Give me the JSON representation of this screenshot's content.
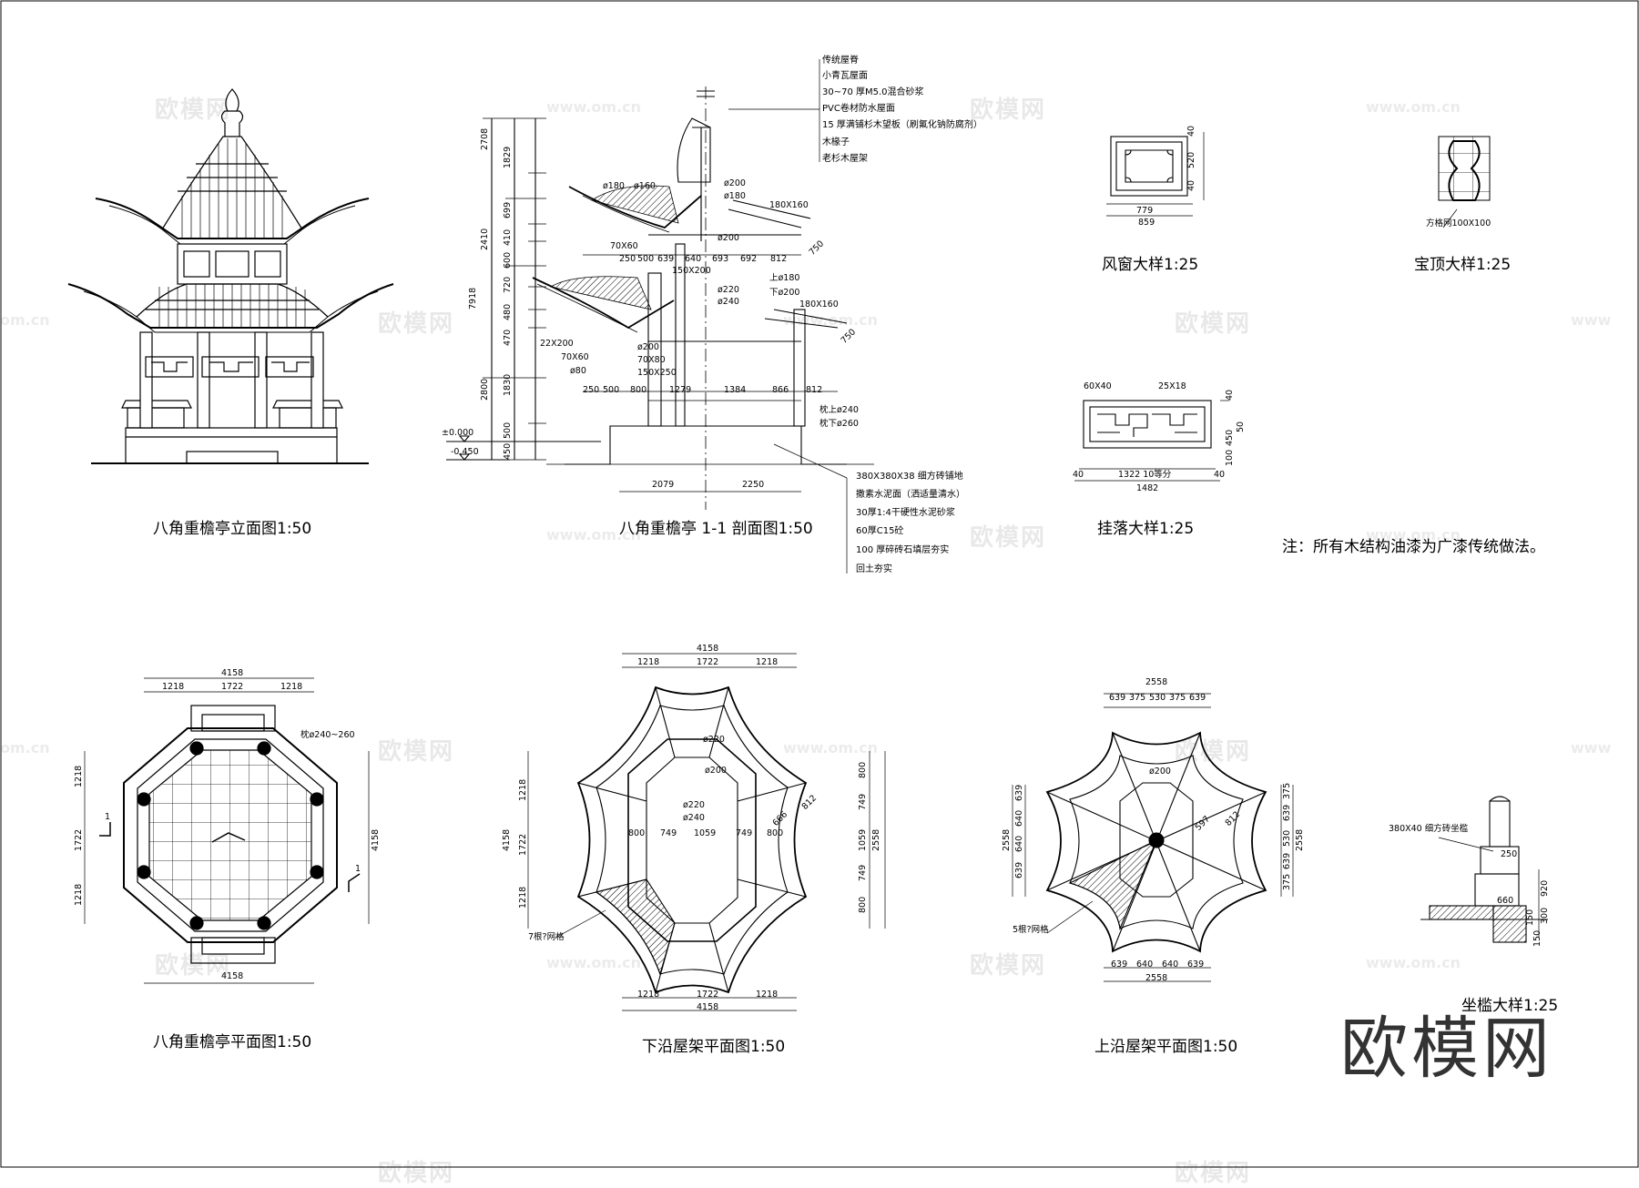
{
  "drawings": {
    "elevation_caption": "八角重檐亭立面图1:50",
    "section_caption": "八角重檐亭 1-1 剖面图1:50",
    "window_caption": "风窗大样1:25",
    "finial_caption": "宝顶大样1:25",
    "hanging_caption": "挂落大样1:25",
    "plan_caption": "八角重檐亭平面图1:50",
    "lower_roof_caption": "下沿屋架平面图1:50",
    "upper_roof_caption": "上沿屋架平面图1:50",
    "bench_caption": "坐槛大样1:25"
  },
  "note": "注：所有木结构油漆为广漆传统做法。",
  "roof_layers": [
    "传统屋脊",
    "小青瓦屋面",
    "30~70 厚M5.0混合砂浆",
    "PVC卷材防水屋面",
    "15 厚满铺杉木望板（刷氟化钠防腐剂）",
    "木椽子",
    "老杉木屋架"
  ],
  "floor_layers": [
    "380X380X38 细方砖铺地",
    "撒素水泥面（洒适量清水）",
    "30厚1:4干硬性水泥砂浆",
    "60厚C15砼",
    "100 厚碎砖石填层夯实",
    "回土夯实"
  ],
  "section_dims": {
    "vertical_left": [
      "2708",
      "2410",
      "7918",
      "2800"
    ],
    "vertical_right": [
      "1829",
      "699",
      "410",
      "600",
      "720",
      "480",
      "470",
      "1830",
      "500",
      "450"
    ],
    "top_row": [
      "250",
      "500",
      "639",
      "640",
      "693",
      "692",
      "812"
    ],
    "bottom_row": [
      "250",
      "500",
      "800",
      "1279",
      "1384",
      "866",
      "812"
    ],
    "base_row": [
      "2079",
      "2250"
    ],
    "levels": [
      "±0.000",
      "-0.450"
    ],
    "callouts": [
      "ø180",
      "ø160",
      "ø200",
      "ø180",
      "180X160",
      "70X60",
      "ø200",
      "150X200",
      "ø220",
      "ø240",
      "上ø180",
      "下ø200",
      "180X160",
      "22X200",
      "70X60",
      "ø80",
      "ø200",
      "70X80",
      "150X250",
      "枕上ø240",
      "枕下ø260",
      "750",
      "750"
    ]
  },
  "window_dims": [
    "779",
    "859",
    "40",
    "520",
    "40"
  ],
  "finial_label": "方格网100X100",
  "hanging_dims": [
    "60X40",
    "25X18",
    "1322  10等分",
    "40",
    "40",
    "1482",
    "40",
    "450",
    "100",
    "50"
  ],
  "plan_dims": {
    "overall": "4158",
    "parts": [
      "1218",
      "1722",
      "1218"
    ],
    "column_label": "枕ø240~260",
    "section_mark": "1"
  },
  "lower_roof_dims": {
    "overall": "4158",
    "parts": [
      "1218",
      "1722",
      "1218"
    ],
    "inner": [
      "800",
      "749",
      "1059",
      "749",
      "800"
    ],
    "right": [
      "800",
      "749",
      "1059",
      "749",
      "800",
      "2558"
    ],
    "callouts": [
      "ø220",
      "ø200",
      "ø220",
      "ø240",
      "666",
      "812"
    ],
    "rafter_label": "7根?网格"
  },
  "upper_roof_dims": {
    "overall": "2558",
    "top_parts": [
      "639",
      "375",
      "530",
      "375",
      "639"
    ],
    "bottom_parts": [
      "639",
      "640",
      "640",
      "639"
    ],
    "left": [
      "639",
      "640",
      "640",
      "639",
      "2558"
    ],
    "right": [
      "375",
      "639",
      "530",
      "639",
      "375",
      "2558"
    ],
    "callouts": [
      "ø200",
      "597",
      "812"
    ],
    "rafter_label": "5根?网格"
  },
  "bench_dims": {
    "label": "380X40 细方砖坐槛",
    "dims": [
      "250",
      "660",
      "920",
      "300",
      "150",
      "150"
    ]
  },
  "watermark": {
    "text": "欧模网",
    "url": "www.om.cn",
    "url_fragments": [
      "om.cn",
      "om.cn",
      "www"
    ]
  },
  "brand_mark": "欧模网",
  "colors": {
    "line": "#000000",
    "background": "#ffffff",
    "watermark": "#bfbfbf",
    "brand": "#333333"
  }
}
